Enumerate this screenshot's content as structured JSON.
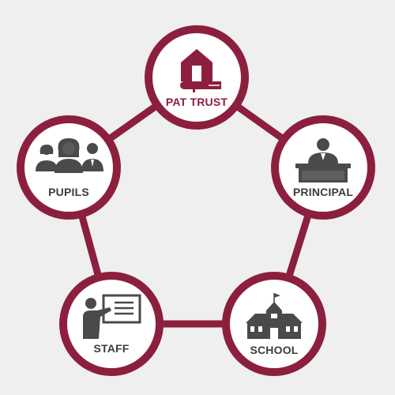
{
  "colors": {
    "ring": "#8c1f3e",
    "connector": "#8c1f3e",
    "icon": "#4a4a4a",
    "background": "#efefef"
  },
  "nodes": [
    {
      "id": "pat-trust",
      "label": "PAT TRUST",
      "label_color": "#8c1f3e",
      "icon": "house-book-icon"
    },
    {
      "id": "principal",
      "label": "PRINCIPAL",
      "label_color": "#3c3c3c",
      "icon": "principal-desk-icon"
    },
    {
      "id": "school",
      "label": "SCHOOL",
      "label_color": "#3c3c3c",
      "icon": "school-building-icon"
    },
    {
      "id": "staff",
      "label": "STAFF",
      "label_color": "#3c3c3c",
      "icon": "teacher-board-icon"
    },
    {
      "id": "pupils",
      "label": "PUPILS",
      "label_color": "#3c3c3c",
      "icon": "pupils-group-icon"
    }
  ]
}
